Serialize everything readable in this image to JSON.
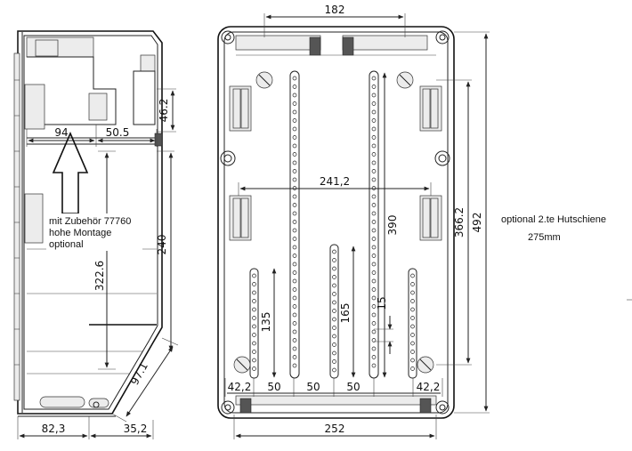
{
  "side_view": {
    "dims": {
      "d94": "94",
      "d50_5": "50.5",
      "d46_2": "46.2",
      "d240": "240",
      "d322_6": "322.6",
      "d97_1": "97.1",
      "d82_3": "82,3",
      "d35_2": "35,2"
    },
    "note_lines": [
      "mit Zubehör 77760",
      "hohe Montage",
      "optional"
    ]
  },
  "front_view": {
    "dims": {
      "d182": "182",
      "d241_2": "241,2",
      "d390": "390",
      "d366_2": "366.2",
      "d492": "492",
      "d135": "135",
      "d165": "165",
      "d15": "15",
      "bottom_row": [
        "42,2",
        "50",
        "50",
        "50",
        "42,2"
      ],
      "d252": "252"
    }
  },
  "side_note": {
    "line1": "optional 2.te Hutschiene",
    "line2": "275mm"
  }
}
